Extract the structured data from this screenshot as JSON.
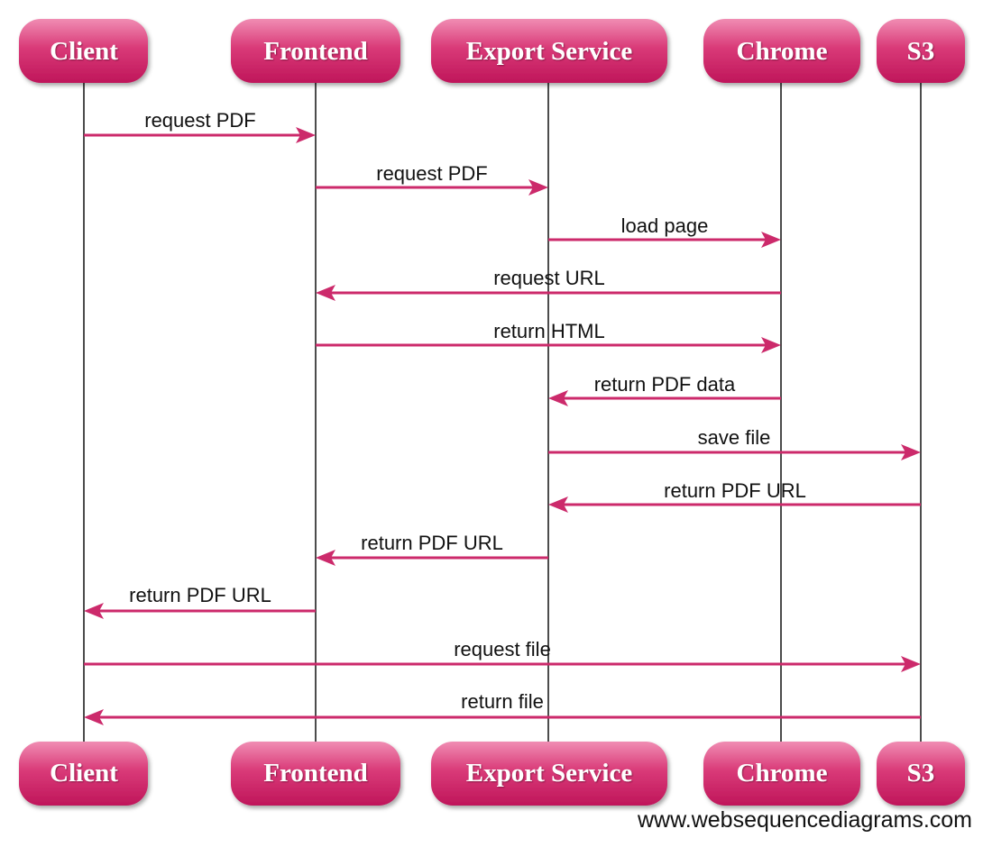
{
  "diagram": {
    "type": "sequence",
    "participants": [
      {
        "id": "client",
        "label": "Client"
      },
      {
        "id": "frontend",
        "label": "Frontend"
      },
      {
        "id": "export",
        "label": "Export Service"
      },
      {
        "id": "chrome",
        "label": "Chrome"
      },
      {
        "id": "s3",
        "label": "S3"
      }
    ],
    "messages": [
      {
        "from": "client",
        "to": "frontend",
        "label": "request PDF"
      },
      {
        "from": "frontend",
        "to": "export",
        "label": "request PDF"
      },
      {
        "from": "export",
        "to": "chrome",
        "label": "load page"
      },
      {
        "from": "chrome",
        "to": "frontend",
        "label": "request URL"
      },
      {
        "from": "frontend",
        "to": "chrome",
        "label": "return HTML"
      },
      {
        "from": "chrome",
        "to": "export",
        "label": "return PDF data"
      },
      {
        "from": "export",
        "to": "s3",
        "label": "save file"
      },
      {
        "from": "s3",
        "to": "export",
        "label": "return PDF URL"
      },
      {
        "from": "export",
        "to": "frontend",
        "label": "return PDF URL"
      },
      {
        "from": "frontend",
        "to": "client",
        "label": "return PDF URL"
      },
      {
        "from": "client",
        "to": "s3",
        "label": "request file"
      },
      {
        "from": "s3",
        "to": "client",
        "label": "return file"
      }
    ]
  },
  "watermark": "www.websequencediagrams.com",
  "colors": {
    "accent": "#cc2a6b",
    "box_top": "#e76a9a",
    "box_bottom": "#c11c5e",
    "lifeline": "#111111"
  }
}
